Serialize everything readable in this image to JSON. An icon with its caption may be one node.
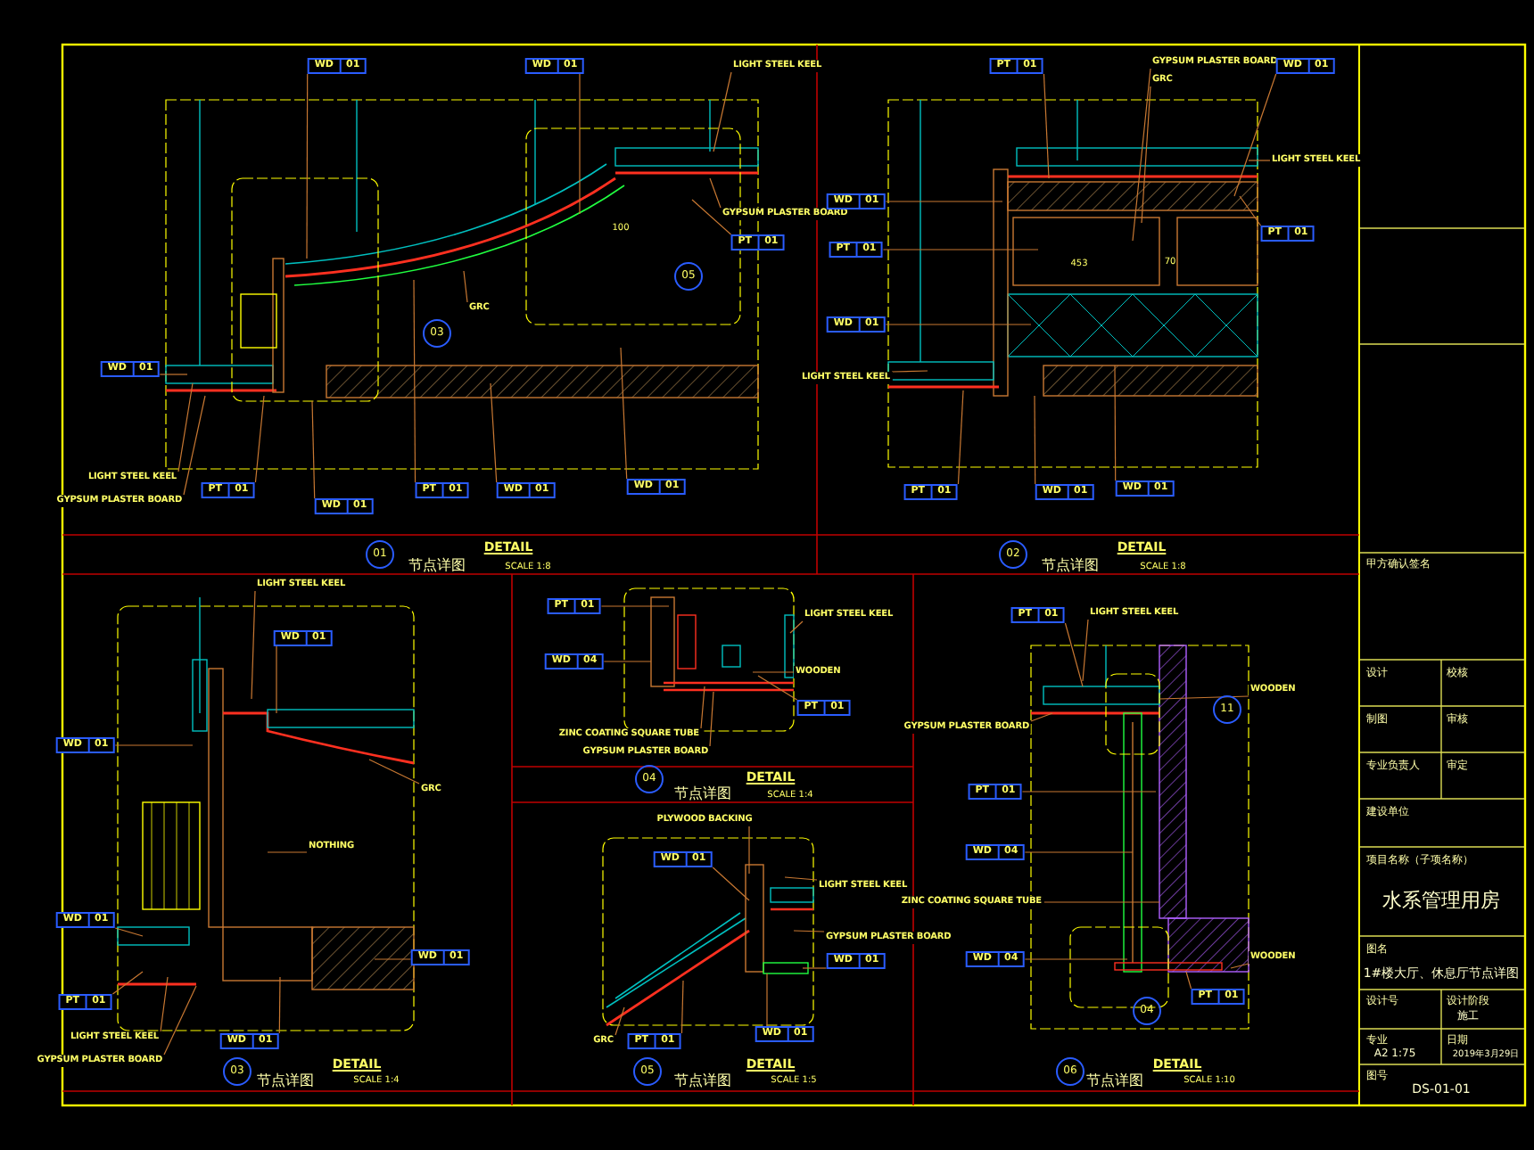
{
  "diagram": {
    "nodes": [
      {
        "text": [
          "WD",
          "01"
        ]
      },
      {
        "text": [
          "WD",
          "01"
        ]
      },
      {
        "text": [
          "LIGHT STEEL KEEL"
        ]
      },
      {
        "text": [
          "GYPSUM PLASTER BOARD"
        ]
      },
      {
        "text": [
          "PT",
          "01"
        ]
      },
      {
        "text": [
          "WD",
          "01"
        ]
      },
      {
        "text": [
          "LIGHT STEEL KEEL"
        ]
      },
      {
        "text": [
          "GYPSUM PLASTER BOARD"
        ]
      },
      {
        "text": [
          "PT",
          "01"
        ]
      },
      {
        "text": [
          "WD",
          "01"
        ]
      },
      {
        "text": [
          "PT",
          "01"
        ]
      },
      {
        "text": [
          "WD",
          "01"
        ]
      },
      {
        "text": [
          "WD",
          "01"
        ]
      },
      {
        "text": [
          "GRC"
        ]
      },
      {
        "text": [
          "PT",
          "01"
        ]
      },
      {
        "text": [
          "GYPSUM PLASTER BOARD"
        ]
      },
      {
        "text": [
          "GRC"
        ]
      },
      {
        "text": [
          "WD",
          "01"
        ]
      },
      {
        "text": [
          "LIGHT STEEL KEEL"
        ]
      },
      {
        "text": [
          "WD",
          "01"
        ]
      },
      {
        "text": [
          "PT",
          "01"
        ]
      },
      {
        "text": [
          "PT",
          "01"
        ]
      },
      {
        "text": [
          "WD",
          "01"
        ]
      },
      {
        "text": [
          "LIGHT STEEL KEEL"
        ]
      },
      {
        "text": [
          "PT",
          "01"
        ]
      },
      {
        "text": [
          "WD",
          "01"
        ]
      },
      {
        "text": [
          "WD",
          "01"
        ]
      },
      {
        "text": [
          "LIGHT STEEL KEEL"
        ]
      },
      {
        "text": [
          "WD",
          "01"
        ]
      },
      {
        "text": [
          "WD",
          "01"
        ]
      },
      {
        "text": [
          "GRC"
        ]
      },
      {
        "text": [
          "NOTHING"
        ]
      },
      {
        "text": [
          "WD",
          "01"
        ]
      },
      {
        "text": [
          "WD",
          "01"
        ]
      },
      {
        "text": [
          "PT",
          "01"
        ]
      },
      {
        "text": [
          "LIGHT STEEL KEEL"
        ]
      },
      {
        "text": [
          "GYPSUM PLASTER BOARD"
        ]
      },
      {
        "text": [
          "WD",
          "01"
        ]
      },
      {
        "text": [
          "PT",
          "01"
        ]
      },
      {
        "text": [
          "WD",
          "04"
        ]
      },
      {
        "text": [
          "LIGHT STEEL KEEL"
        ]
      },
      {
        "text": [
          "WOODEN"
        ]
      },
      {
        "text": [
          "PT",
          "01"
        ]
      },
      {
        "text": [
          "ZINC COATING SQUARE TUBE"
        ]
      },
      {
        "text": [
          "GYPSUM PLASTER BOARD"
        ]
      },
      {
        "text": [
          "PLYWOOD BACKING"
        ]
      },
      {
        "text": [
          "WD",
          "01"
        ]
      },
      {
        "text": [
          "LIGHT STEEL KEEL"
        ]
      },
      {
        "text": [
          "GYPSUM PLASTER BOARD"
        ]
      },
      {
        "text": [
          "WD",
          "01"
        ]
      },
      {
        "text": [
          "GRC"
        ]
      },
      {
        "text": [
          "PT",
          "01"
        ]
      },
      {
        "text": [
          "WD",
          "01"
        ]
      },
      {
        "text": [
          "PT",
          "01"
        ]
      },
      {
        "text": [
          "LIGHT STEEL KEEL"
        ]
      },
      {
        "text": [
          "WOODEN"
        ]
      },
      {
        "text": [
          "GYPSUM PLASTER BOARD"
        ]
      },
      {
        "text": [
          "PT",
          "01"
        ]
      },
      {
        "text": [
          "WD",
          "04"
        ]
      },
      {
        "text": [
          "ZINC COATING SQUARE TUBE"
        ]
      },
      {
        "text": [
          "WD",
          "04"
        ]
      },
      {
        "text": [
          "WOODEN"
        ]
      },
      {
        "text": [
          "PT",
          "01"
        ]
      }
    ],
    "edges": [
      {
        "from": 0,
        "to": null,
        "arrow": "none"
      },
      {
        "from": 1,
        "to": null,
        "arrow": "none"
      },
      {
        "from": 2,
        "to": null,
        "arrow": "none"
      },
      {
        "from": 3,
        "to": null,
        "arrow": "none"
      },
      {
        "from": 4,
        "to": null,
        "arrow": "none"
      },
      {
        "from": 5,
        "to": null,
        "arrow": "none"
      },
      {
        "from": 6,
        "to": null,
        "arrow": "none"
      },
      {
        "from": 7,
        "to": null,
        "arrow": "none"
      },
      {
        "from": 8,
        "to": null,
        "arrow": "none"
      },
      {
        "from": 9,
        "to": null,
        "arrow": "none"
      },
      {
        "from": 10,
        "to": null,
        "arrow": "none"
      },
      {
        "from": 11,
        "to": null,
        "arrow": "none"
      },
      {
        "from": 12,
        "to": null,
        "arrow": "none"
      },
      {
        "from": 13,
        "to": null,
        "arrow": "none"
      },
      {
        "from": 14,
        "to": null,
        "arrow": "none"
      },
      {
        "from": 15,
        "to": null,
        "arrow": "none"
      },
      {
        "from": 16,
        "to": null,
        "arrow": "none"
      },
      {
        "from": 17,
        "to": null,
        "arrow": "none"
      },
      {
        "from": 18,
        "to": null,
        "arrow": "none"
      },
      {
        "from": 19,
        "to": null,
        "arrow": "none"
      },
      {
        "from": 20,
        "to": null,
        "arrow": "none"
      },
      {
        "from": 21,
        "to": null,
        "arrow": "none"
      },
      {
        "from": 22,
        "to": null,
        "arrow": "none"
      },
      {
        "from": 23,
        "to": null,
        "arrow": "none"
      },
      {
        "from": 24,
        "to": null,
        "arrow": "none"
      },
      {
        "from": 25,
        "to": null,
        "arrow": "none"
      },
      {
        "from": 26,
        "to": null,
        "arrow": "none"
      },
      {
        "from": 27,
        "to": null,
        "arrow": "none"
      },
      {
        "from": 28,
        "to": null,
        "arrow": "none"
      },
      {
        "from": 29,
        "to": null,
        "arrow": "none"
      },
      {
        "from": 30,
        "to": null,
        "arrow": "none"
      },
      {
        "from": 31,
        "to": null,
        "arrow": "none"
      },
      {
        "from": 32,
        "to": null,
        "arrow": "none"
      },
      {
        "from": 33,
        "to": null,
        "arrow": "none"
      },
      {
        "from": 34,
        "to": null,
        "arrow": "none"
      },
      {
        "from": 35,
        "to": null,
        "arrow": "none"
      },
      {
        "from": 36,
        "to": null,
        "arrow": "none"
      },
      {
        "from": 37,
        "to": null,
        "arrow": "none"
      },
      {
        "from": 38,
        "to": null,
        "arrow": "none"
      },
      {
        "from": 39,
        "to": null,
        "arrow": "none"
      },
      {
        "from": 40,
        "to": null,
        "arrow": "none"
      },
      {
        "from": 41,
        "to": null,
        "arrow": "none"
      },
      {
        "from": 42,
        "to": null,
        "arrow": "none"
      },
      {
        "from": 43,
        "to": null,
        "arrow": "none"
      },
      {
        "from": 44,
        "to": null,
        "arrow": "none"
      },
      {
        "from": 45,
        "to": null,
        "arrow": "none"
      },
      {
        "from": 46,
        "to": null,
        "arrow": "none"
      },
      {
        "from": 47,
        "to": null,
        "arrow": "none"
      },
      {
        "from": 48,
        "to": null,
        "arrow": "none"
      },
      {
        "from": 49,
        "to": null,
        "arrow": "none"
      },
      {
        "from": 50,
        "to": null,
        "arrow": "none"
      },
      {
        "from": 51,
        "to": null,
        "arrow": "none"
      },
      {
        "from": 52,
        "to": null,
        "arrow": "none"
      },
      {
        "from": 53,
        "to": null,
        "arrow": "none"
      },
      {
        "from": 54,
        "to": null,
        "arrow": "none"
      },
      {
        "from": 55,
        "to": null,
        "arrow": "none"
      },
      {
        "from": 56,
        "to": null,
        "arrow": "none"
      },
      {
        "from": 57,
        "to": null,
        "arrow": "none"
      },
      {
        "from": 58,
        "to": null,
        "arrow": "none"
      },
      {
        "from": 59,
        "to": null,
        "arrow": "none"
      },
      {
        "from": 60,
        "to": null,
        "arrow": "none"
      },
      {
        "from": 61,
        "to": null,
        "arrow": "none"
      },
      {
        "from": 62,
        "to": null,
        "arrow": "none"
      }
    ],
    "labels": [
      "01",
      "DETAIL",
      "节点详图",
      "SCALE 1:8",
      "02",
      "DETAIL",
      "节点详图",
      "SCALE 1:8",
      "03",
      "DETAIL",
      "节点详图",
      "SCALE 1:4",
      "04",
      "DETAIL",
      "节点详图",
      "SCALE 1:4",
      "05",
      "DETAIL",
      "节点详图",
      "SCALE 1:5",
      "06",
      "DETAIL",
      "节点详图",
      "SCALE 1:10",
      "03",
      "05",
      "100",
      "453",
      "70",
      "11",
      "04",
      "甲方确认签名",
      "设计",
      "校核",
      "制图",
      "审核",
      "专业负责人",
      "审定",
      "建设单位",
      "项目名称（子项名称）",
      "水系管理用房",
      "图名",
      "1#楼大厅、休息厅节点详图",
      "设计号",
      "设计阶段",
      "施工",
      "专业",
      "日期",
      "A2 1:75",
      "2019年3月29日",
      "图号",
      "DS-01-01"
    ]
  }
}
